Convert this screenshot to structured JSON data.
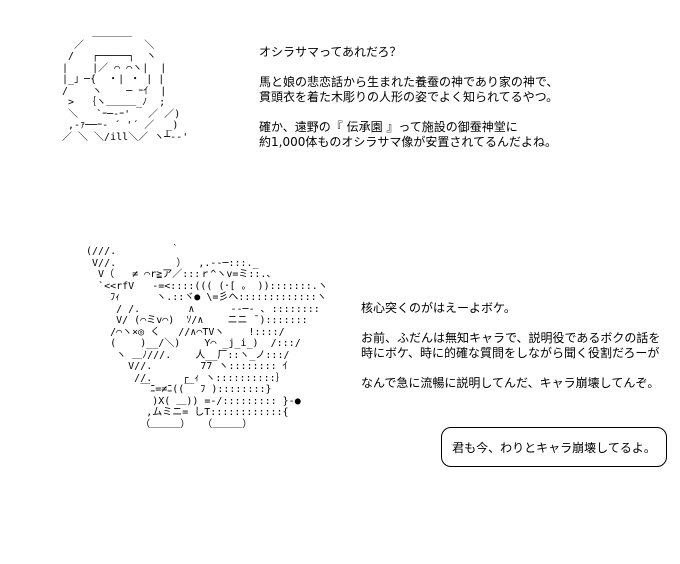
{
  "art": {
    "top_lines": [
      "      ＿＿＿＿",
      "   ／          ＼",
      "  /   ┌─────┐  ヽ",
      " |    |／ ⌒ ⌒ヽ|  |",
      " |_」─{  ・| ・ | |",
      " /    ヽ    ─ ｰｲ  |",
      "  >  ｛ヽ＿＿＿_ﾉ  ;",
      "  ＼   `ｰ─-ｰ'   ／ ／)",
      "  ,-ｧ──ｰ‐ ´ '´ ／  _)",
      " ／ ＼ ＼/ill＼／ ヽ┴-‐'"
    ],
    "bottom_lines": [
      " (///.         ｀",
      "  V//.          ）  ,.--─:::._",
      "   V（   ≠ ⌒r≧ア／:::ｒ^ヽv=ミ::.、",
      "   `<<rfV   ‐=<::::((( (･[ 。 )):::::::.ヽ",
      "     ﾌｨ      ヽ.::ヾ● \\=彡ヘ:::::::::::::ヽ",
      "      / /.        ∧      --─- ､ ::::::::",
      "      V/ (⌒ミv⌒)  ｿ/∧    ニニ ̄ ):::::::",
      "     /⌒ヽ×◎ く   //∧⌒TVヽ    !::::/",
      "     (    )__/＼)    Y⌒ _j_i_)  /:::/",
      "      ヽ ＿ﾉ///.    人__厂::ヽ_ノ:::/",
      "        V//.        77 ヽ:::::::: ｲ",
      "         //.     ┌ ｨ ヽ::::::::::｝",
      "          ￣ﾆ=≠ﾆ((￣ ﾌ )::::::::}",
      "            )X( ＿)) =‐/::::::::: }‐●",
      "           ,ムミニ= しT::::::::::::{",
      "          （＿＿＿）  （＿＿＿）"
    ]
  },
  "narration": {
    "lines": [
      "オシラサマってあれだろ？",
      "",
      "馬と娘の悲恋話から生まれた養蚕の神であり家の神で、",
      "貫頭衣を着た木彫りの人形の姿でよく知られてるやつ。",
      "",
      "確か、遠野の『 伝承園 』って施設の御蚕神堂に",
      "約1,000体ものオシラサマ像が安置されてるんだよね。"
    ]
  },
  "reply": {
    "lines": [
      "核心突くのがはえーよボケ。",
      "",
      "お前、ふだんは無知キャラで、説明役であるボクの話を",
      "時にボケ、時に的確な質問をしながら聞く役割だろーが",
      "",
      "なんで急に流暢に説明してんだ、キャラ崩壊してんぞ。"
    ]
  },
  "bubble": {
    "text": "君も今、わりとキャラ崩壊してるよ。"
  }
}
